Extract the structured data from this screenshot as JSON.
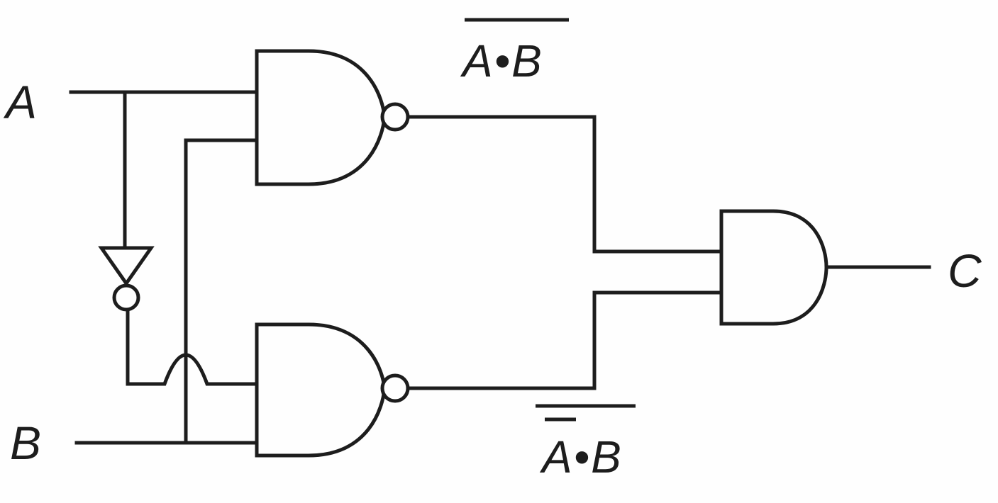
{
  "diagram": {
    "type": "logic-circuit",
    "inputs": [
      "A",
      "B"
    ],
    "output": "C",
    "expressions": {
      "top_nand": {
        "left": "A",
        "dot": "•",
        "right": "B"
      },
      "bottom_nand": {
        "left": "A",
        "dot": "•",
        "right": "B"
      }
    },
    "gates": [
      "NOT",
      "NAND",
      "NAND",
      "AND"
    ]
  },
  "colors": {
    "line": "#1d1d1d",
    "background": "#fefefe"
  }
}
